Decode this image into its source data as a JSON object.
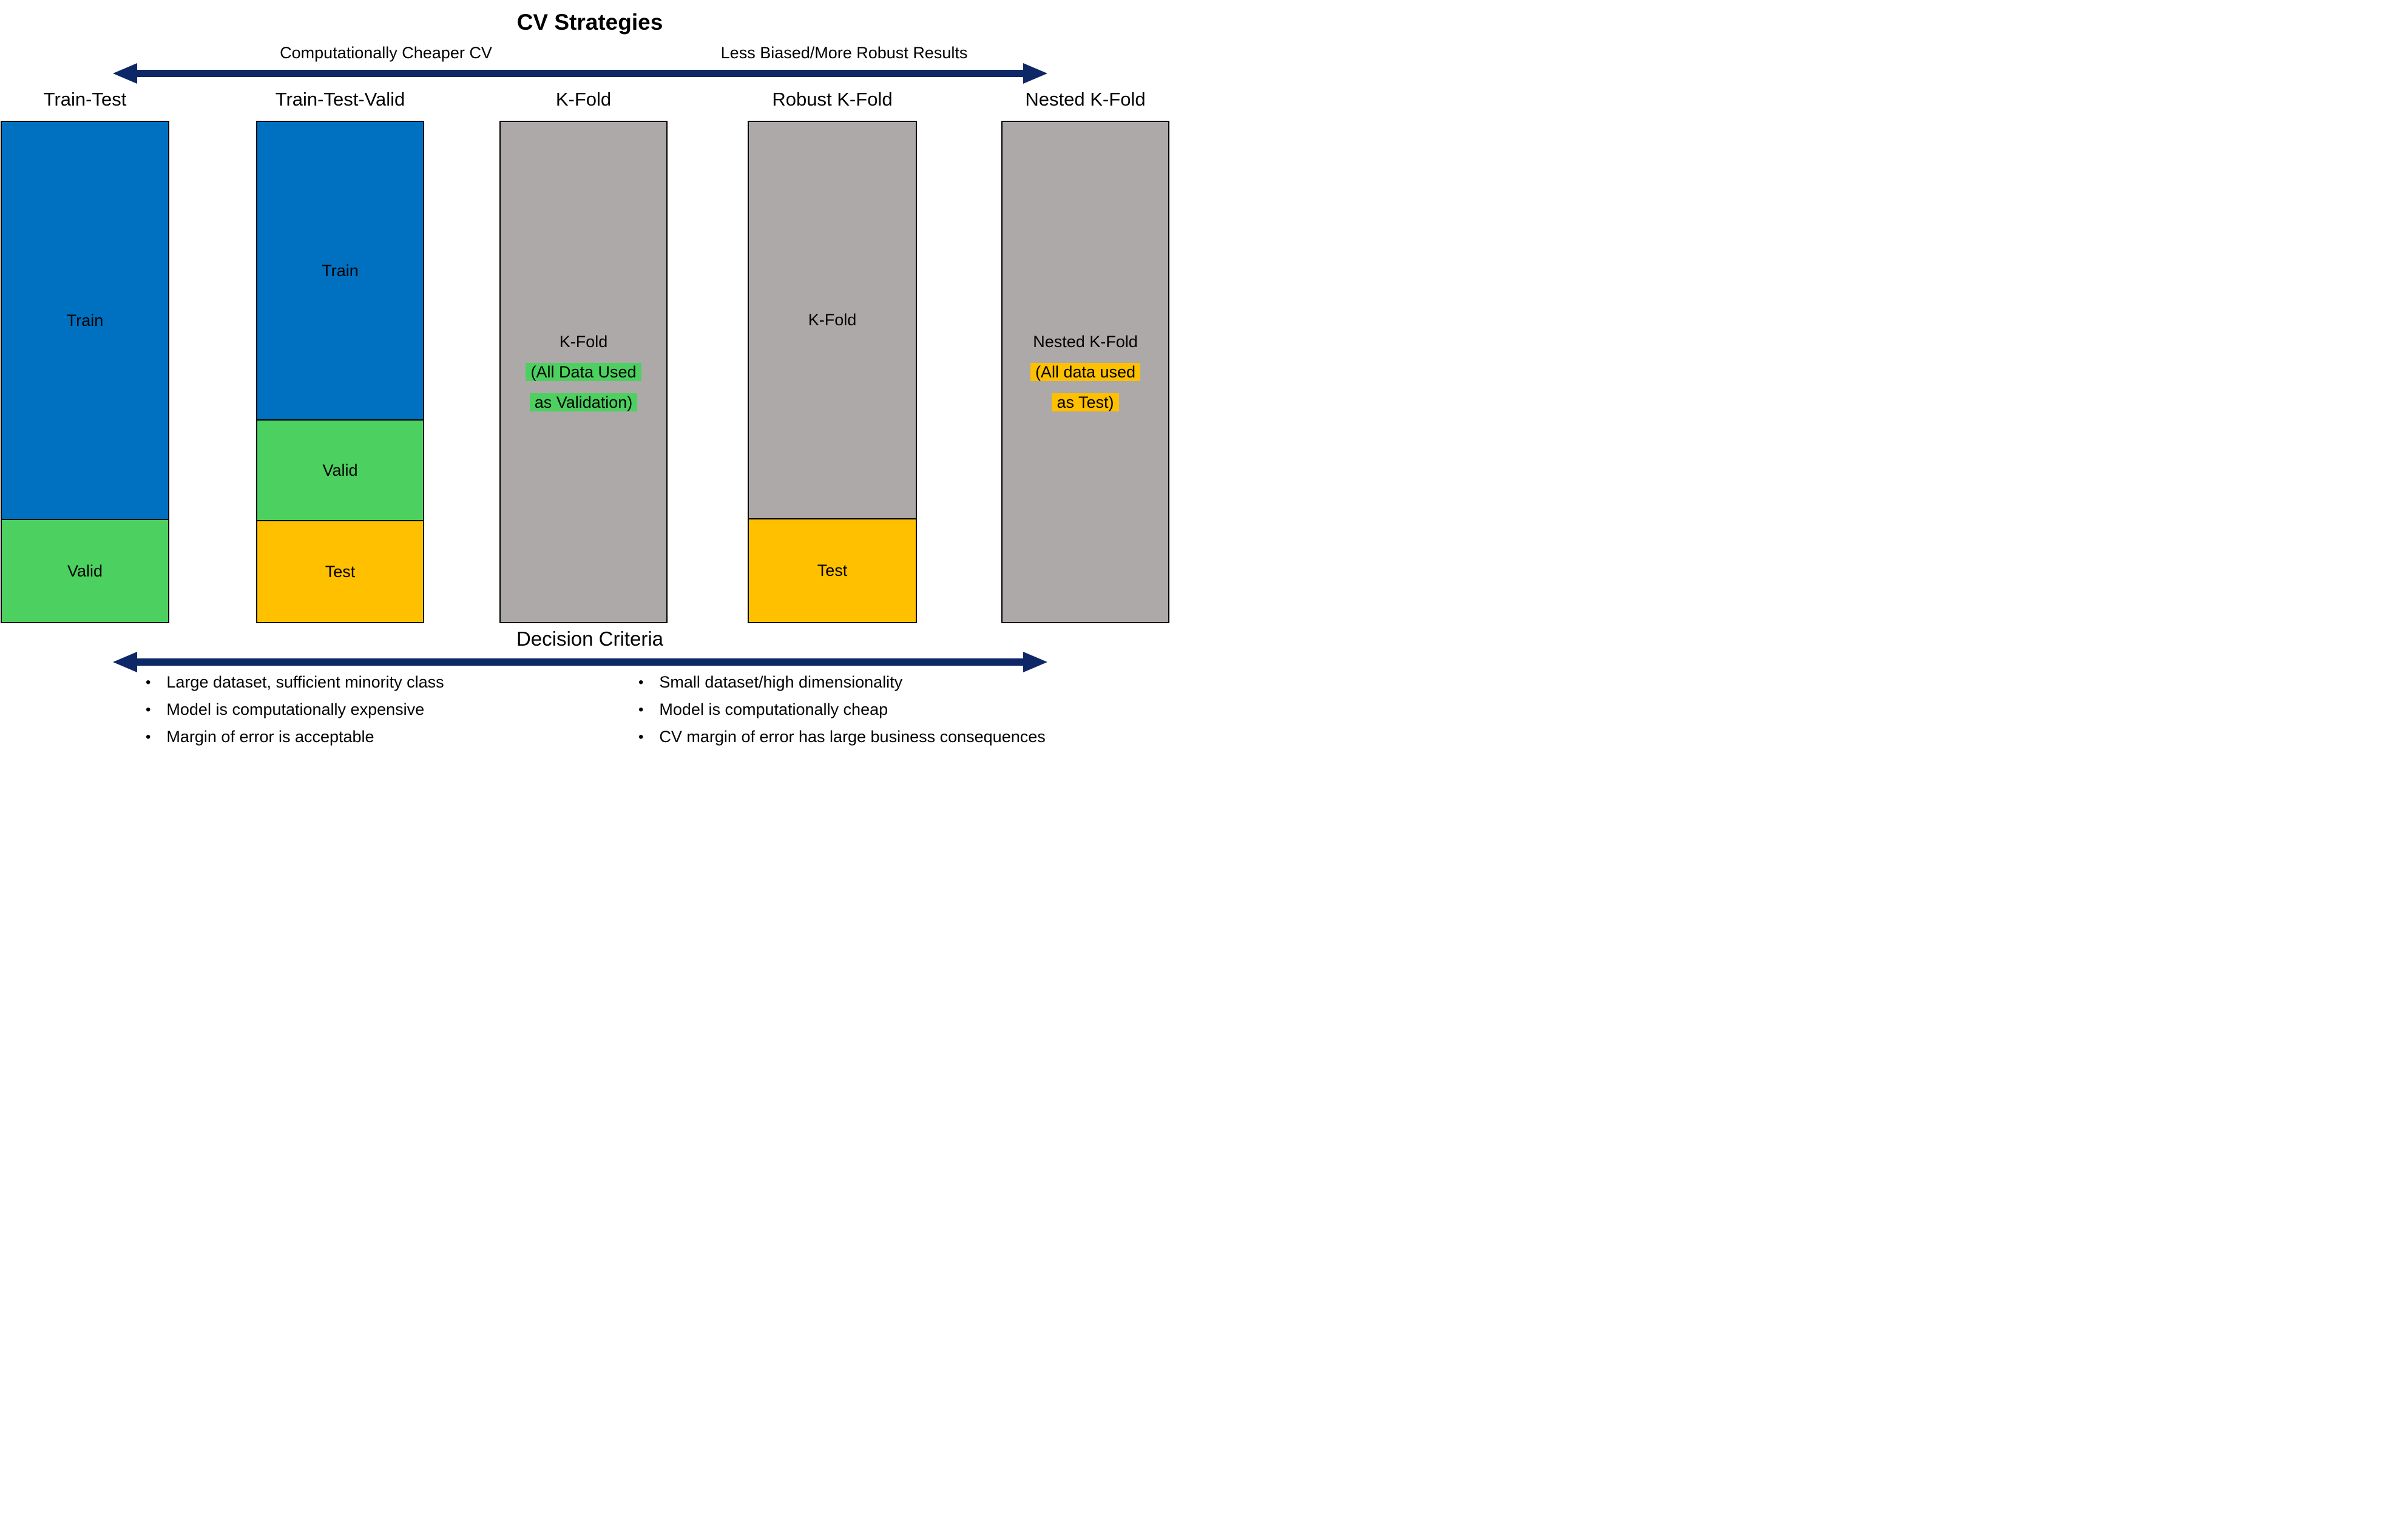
{
  "title": "CV Strategies",
  "top_axis": {
    "left_label": "Computationally Cheaper CV",
    "right_label": "Less Biased/More Robust Results"
  },
  "columns": [
    {
      "header": "Train-Test",
      "segments": [
        {
          "label": "Train"
        },
        {
          "label": "Valid"
        }
      ]
    },
    {
      "header": "Train-Test-Valid",
      "segments": [
        {
          "label": "Train"
        },
        {
          "label": "Valid"
        },
        {
          "label": "Test"
        }
      ]
    },
    {
      "header": "K-Fold",
      "lines": [
        "K-Fold",
        "(All Data Used",
        "as Validation)"
      ]
    },
    {
      "header": "Robust K-Fold",
      "segments": [
        {
          "label": "K-Fold"
        },
        {
          "label": "Test"
        }
      ]
    },
    {
      "header": "Nested K-Fold",
      "lines": [
        "Nested K-Fold",
        "(All data used",
        "as Test)"
      ]
    }
  ],
  "decision": {
    "title": "Decision Criteria",
    "bullet_glyph": "•",
    "left_bullets": [
      "Large dataset, sufficient minority class",
      "Model is computationally expensive",
      "Margin of error is acceptable"
    ],
    "right_bullets": [
      "Small dataset/high dimensionality",
      "Model is computationally cheap",
      "CV margin of error has large business consequences"
    ]
  },
  "colors": {
    "train_blue": "#0070C0",
    "valid_green": "#4CD05F",
    "test_yellow": "#FFC000",
    "kfold_gray": "#ADA9A9",
    "arrow_navy": "#0E2766",
    "border_black": "#000000"
  }
}
